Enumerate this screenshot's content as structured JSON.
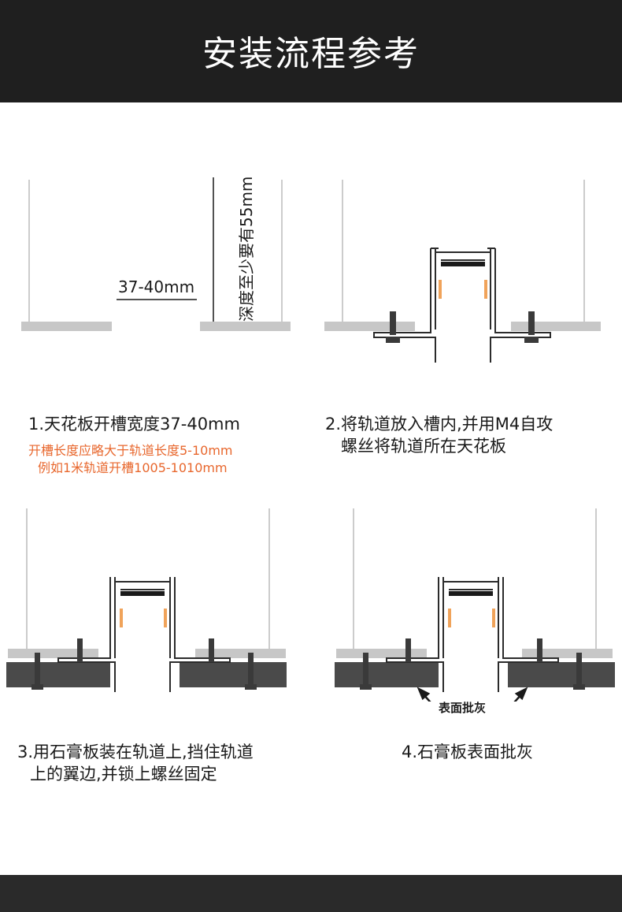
{
  "header": {
    "title": "安装流程参考"
  },
  "step1": {
    "caption": "1.天花板开槽宽度37-40mm",
    "note_line1": "开槽长度应略大于轨道长度5-10mm",
    "note_line2": "例如1米轨道开槽1005-1010mm",
    "dim_width": "37-40mm",
    "dim_depth": "深度至少要有55mm"
  },
  "step2": {
    "caption_line1": "2.将轨道放入槽内,并用M4自攻",
    "caption_line2": "螺丝将轨道所在天花板"
  },
  "step3": {
    "caption_line1": "3.用石膏板装在轨道上,挡住轨道",
    "caption_line2": "上的翼边,并锁上螺丝固定"
  },
  "step4": {
    "caption": "4.石膏板表面批灰",
    "arrow_label": "表面批灰"
  },
  "colors": {
    "header_bg": "#1f1f1f",
    "note": "#e8672d",
    "ceiling_board": "#c7c7c7",
    "gypsum_board": "#4a4a4a",
    "led_strip": "#f0a35a"
  }
}
